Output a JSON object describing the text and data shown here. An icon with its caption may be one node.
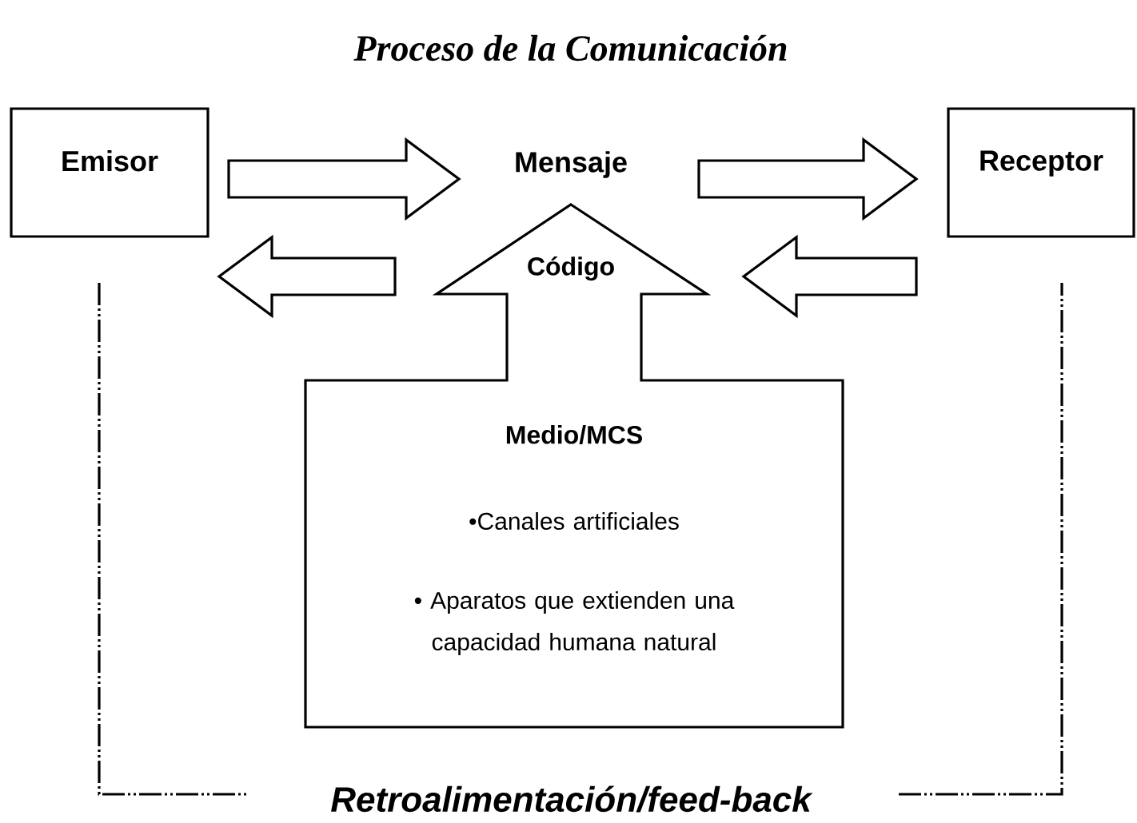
{
  "diagram": {
    "title": "Proceso de la Comunicación",
    "nodes": [
      {
        "text": [
          "Emisor"
        ]
      },
      {
        "text": [
          "Mensaje"
        ]
      },
      {
        "text": [
          "Receptor"
        ]
      },
      {
        "text": [
          "Código",
          "Medio/MCS",
          "•Canales artificiales",
          "• Aparatos que extienden una capacidad humana natural"
        ]
      },
      {
        "text": [
          "Retroalimentación/feed-back"
        ]
      }
    ],
    "edges": [
      {
        "from": 0,
        "to": 1,
        "arrow": "to"
      },
      {
        "from": 1,
        "to": 2,
        "arrow": "to"
      },
      {
        "from": 2,
        "to": 3,
        "arrow": "to"
      },
      {
        "from": 3,
        "to": 0,
        "arrow": "to"
      },
      {
        "from": 0,
        "to": 4,
        "arrow": "none",
        "style": "dashed"
      },
      {
        "from": 4,
        "to": 2,
        "arrow": "none",
        "style": "dashed"
      }
    ]
  }
}
